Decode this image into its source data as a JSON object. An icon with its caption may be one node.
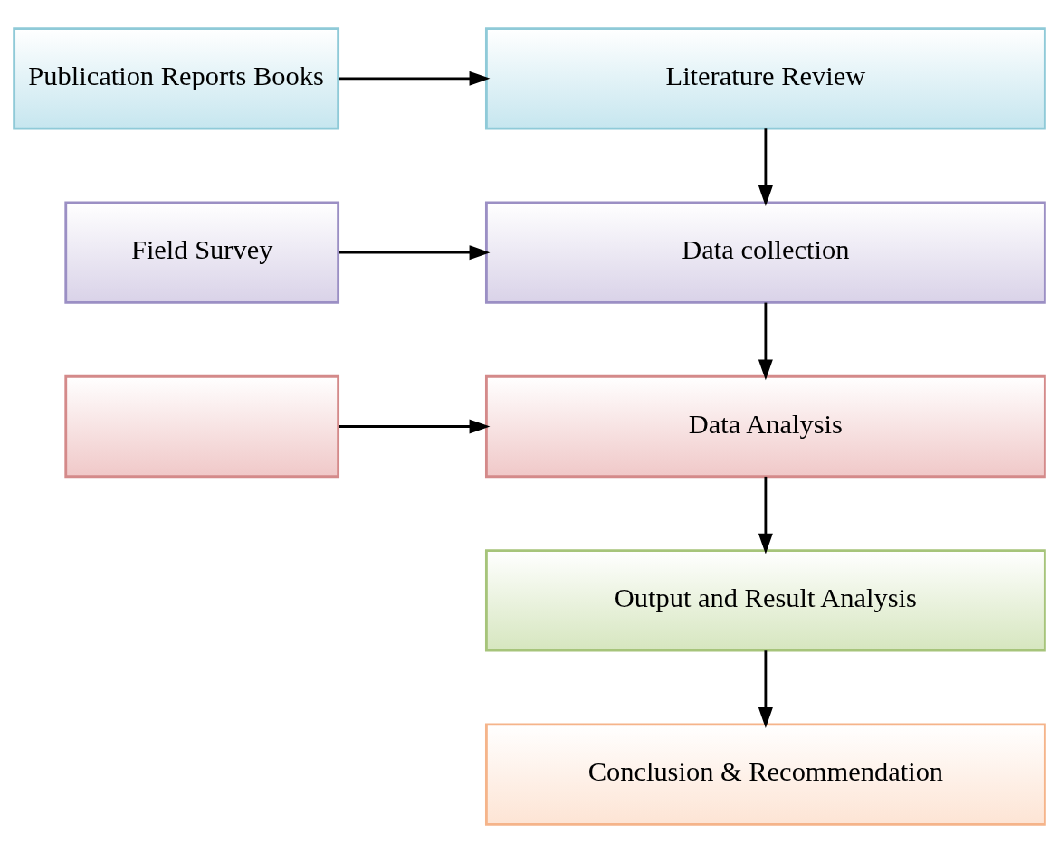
{
  "diagram": {
    "nodes": [
      {
        "text": [
          "Publication Reports Books"
        ]
      },
      {
        "text": [
          "Literature Review"
        ]
      },
      {
        "text": [
          "Field Survey"
        ]
      },
      {
        "text": [
          "Data collection"
        ]
      },
      {
        "text": [],
        "shape": "box"
      },
      {
        "text": [
          "Data Analysis"
        ]
      },
      {
        "text": [
          "Output and Result Analysis"
        ]
      },
      {
        "text": [
          "Conclusion & Recommendation"
        ]
      }
    ],
    "edges": [
      {
        "from": 0,
        "to": 1,
        "arrow": "to"
      },
      {
        "from": 1,
        "to": 3,
        "arrow": "to"
      },
      {
        "from": 2,
        "to": 3,
        "arrow": "to"
      },
      {
        "from": 3,
        "to": 5,
        "arrow": "to"
      },
      {
        "from": 4,
        "to": 5,
        "arrow": "to"
      },
      {
        "from": 5,
        "to": 6,
        "arrow": "to"
      },
      {
        "from": 6,
        "to": 7,
        "arrow": "to"
      }
    ]
  }
}
